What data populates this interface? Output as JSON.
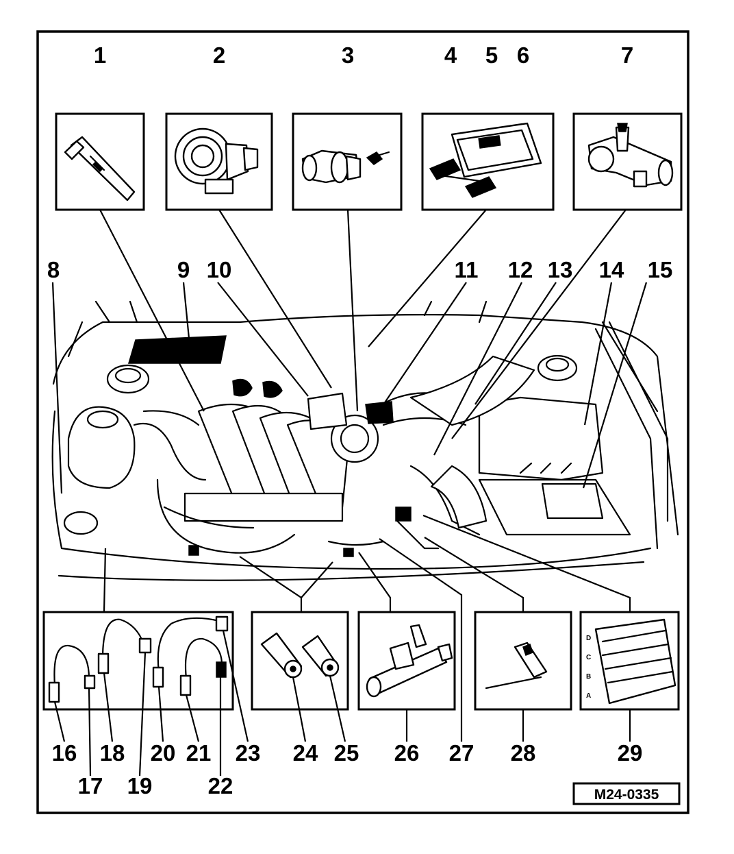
{
  "reference_code": "M24-0335",
  "callouts": [
    "1",
    "2",
    "3",
    "4",
    "5",
    "6",
    "7",
    "8",
    "9",
    "10",
    "11",
    "12",
    "13",
    "14",
    "15",
    "16",
    "17",
    "18",
    "19",
    "20",
    "21",
    "22",
    "23",
    "24",
    "25",
    "26",
    "27",
    "28",
    "29"
  ],
  "connector_pins": [
    "D",
    "C",
    "B",
    "A"
  ]
}
